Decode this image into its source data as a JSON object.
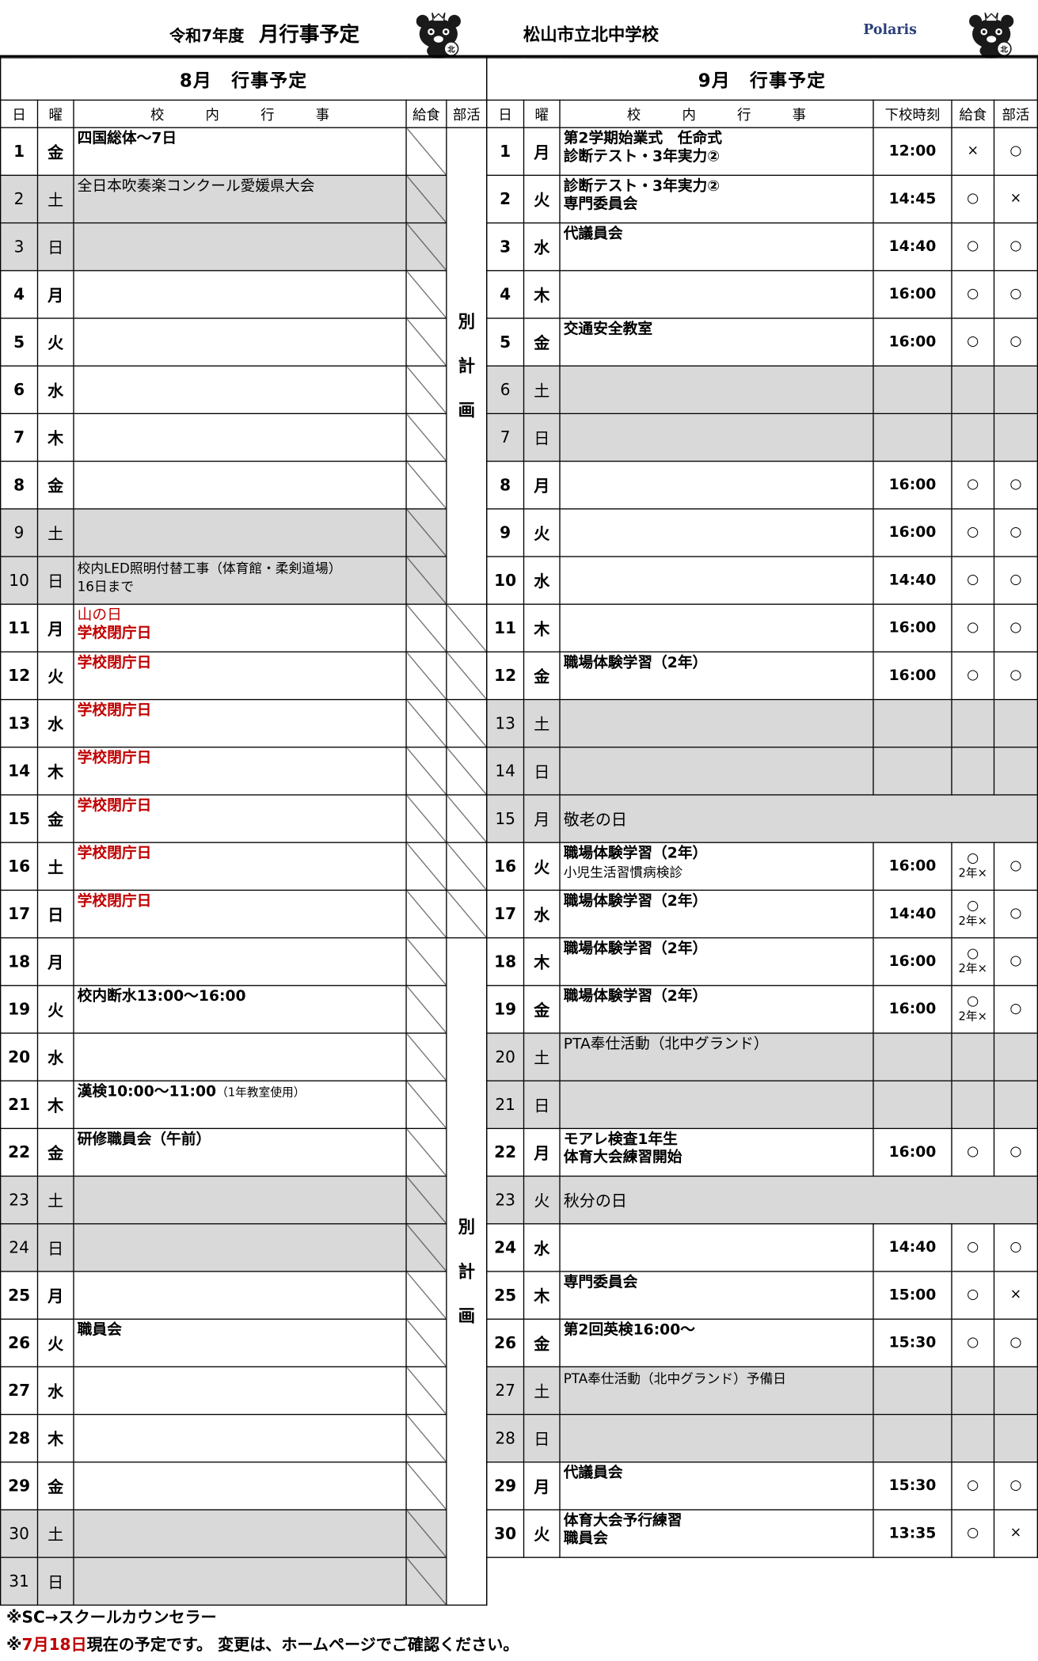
{
  "header": {
    "fiscal_year": "令和7年度",
    "title": "月行事予定",
    "school": "松山市立北中学校",
    "brand": "Polaris"
  },
  "august": {
    "title": "8月　行事予定",
    "columns": [
      "日",
      "曜",
      "校　　　内　　　行　　　事",
      "給食",
      "部活"
    ],
    "club_note": "別\n計\n画",
    "rows": [
      {
        "day": "1",
        "wd": "金",
        "holiday": false,
        "lines": [
          {
            "text": "四国総体～7日",
            "style": "b"
          }
        ]
      },
      {
        "day": "2",
        "wd": "土",
        "holiday": true,
        "lines": [
          {
            "text": "全日本吹奏楽コンクール愛媛県大会",
            "style": "n"
          }
        ]
      },
      {
        "day": "3",
        "wd": "日",
        "holiday": true,
        "lines": []
      },
      {
        "day": "4",
        "wd": "月",
        "holiday": false,
        "lines": []
      },
      {
        "day": "5",
        "wd": "火",
        "holiday": false,
        "lines": []
      },
      {
        "day": "6",
        "wd": "水",
        "holiday": false,
        "lines": []
      },
      {
        "day": "7",
        "wd": "木",
        "holiday": false,
        "lines": []
      },
      {
        "day": "8",
        "wd": "金",
        "holiday": false,
        "lines": []
      },
      {
        "day": "9",
        "wd": "土",
        "holiday": true,
        "lines": []
      },
      {
        "day": "10",
        "wd": "日",
        "holiday": true,
        "lines": [
          {
            "text": "校内LED照明付替工事（体育館・柔剣道場）",
            "style": "sm"
          },
          {
            "text": "16日まで",
            "style": "sm"
          }
        ]
      },
      {
        "day": "11",
        "wd": "月",
        "holiday": false,
        "lines": [
          {
            "text": "山の日",
            "style": "n red"
          },
          {
            "text": "学校閉庁日",
            "style": "b red"
          }
        ]
      },
      {
        "day": "12",
        "wd": "火",
        "holiday": false,
        "lines": [
          {
            "text": "学校閉庁日",
            "style": "b red"
          }
        ]
      },
      {
        "day": "13",
        "wd": "水",
        "holiday": false,
        "lines": [
          {
            "text": "学校閉庁日",
            "style": "b red"
          }
        ]
      },
      {
        "day": "14",
        "wd": "木",
        "holiday": false,
        "lines": [
          {
            "text": "学校閉庁日",
            "style": "b red"
          }
        ]
      },
      {
        "day": "15",
        "wd": "金",
        "holiday": false,
        "lines": [
          {
            "text": "学校閉庁日",
            "style": "b red"
          }
        ]
      },
      {
        "day": "16",
        "wd": "土",
        "holiday": false,
        "lines": [
          {
            "text": "学校閉庁日",
            "style": "b red"
          }
        ]
      },
      {
        "day": "17",
        "wd": "日",
        "holiday": false,
        "lines": [
          {
            "text": "学校閉庁日",
            "style": "b red"
          }
        ]
      },
      {
        "day": "18",
        "wd": "月",
        "holiday": false,
        "lines": []
      },
      {
        "day": "19",
        "wd": "火",
        "holiday": false,
        "lines": [
          {
            "text": "校内断水13:00～16:00",
            "style": "b"
          }
        ]
      },
      {
        "day": "20",
        "wd": "水",
        "holiday": false,
        "lines": []
      },
      {
        "day": "21",
        "wd": "木",
        "holiday": false,
        "lines": [
          {
            "text": "漢検10:00～11:00",
            "style": "b",
            "suffix": "（1年教室使用）"
          }
        ]
      },
      {
        "day": "22",
        "wd": "金",
        "holiday": false,
        "lines": [
          {
            "text": "研修職員会（午前）",
            "style": "b"
          }
        ]
      },
      {
        "day": "23",
        "wd": "土",
        "holiday": true,
        "lines": []
      },
      {
        "day": "24",
        "wd": "日",
        "holiday": true,
        "lines": []
      },
      {
        "day": "25",
        "wd": "月",
        "holiday": false,
        "lines": []
      },
      {
        "day": "26",
        "wd": "火",
        "holiday": false,
        "lines": [
          {
            "text": "職員会",
            "style": "b"
          }
        ]
      },
      {
        "day": "27",
        "wd": "水",
        "holiday": false,
        "lines": []
      },
      {
        "day": "28",
        "wd": "木",
        "holiday": false,
        "lines": []
      },
      {
        "day": "29",
        "wd": "金",
        "holiday": false,
        "lines": []
      },
      {
        "day": "30",
        "wd": "土",
        "holiday": true,
        "lines": []
      },
      {
        "day": "31",
        "wd": "日",
        "holiday": true,
        "lines": []
      }
    ]
  },
  "september": {
    "title": "9月　行事予定",
    "columns": [
      "日",
      "曜",
      "校　　　内　　　行　　　事",
      "下校時刻",
      "給食",
      "部活"
    ],
    "rows": [
      {
        "day": "1",
        "wd": "月",
        "holiday": false,
        "lines": [
          {
            "text": "第2学期始業式　任命式",
            "style": "b"
          },
          {
            "text": "診断テスト・3年実力②",
            "style": "b"
          }
        ],
        "time": "12:00",
        "lunch": "×",
        "club": "○"
      },
      {
        "day": "2",
        "wd": "火",
        "holiday": false,
        "lines": [
          {
            "text": "診断テスト・3年実力②",
            "style": "b"
          },
          {
            "text": "専門委員会",
            "style": "b"
          }
        ],
        "time": "14:45",
        "lunch": "○",
        "club": "×"
      },
      {
        "day": "3",
        "wd": "水",
        "holiday": false,
        "lines": [
          {
            "text": "代議員会",
            "style": "b"
          }
        ],
        "time": "14:40",
        "lunch": "○",
        "club": "○"
      },
      {
        "day": "4",
        "wd": "木",
        "holiday": false,
        "lines": [],
        "time": "16:00",
        "lunch": "○",
        "club": "○"
      },
      {
        "day": "5",
        "wd": "金",
        "holiday": false,
        "lines": [
          {
            "text": "交通安全教室",
            "style": "b"
          }
        ],
        "time": "16:00",
        "lunch": "○",
        "club": "○"
      },
      {
        "day": "6",
        "wd": "土",
        "holiday": true,
        "lines": [],
        "time": "",
        "lunch": "",
        "club": ""
      },
      {
        "day": "7",
        "wd": "日",
        "holiday": true,
        "lines": [],
        "time": "",
        "lunch": "",
        "club": ""
      },
      {
        "day": "8",
        "wd": "月",
        "holiday": false,
        "lines": [],
        "time": "16:00",
        "lunch": "○",
        "club": "○"
      },
      {
        "day": "9",
        "wd": "火",
        "holiday": false,
        "lines": [],
        "time": "16:00",
        "lunch": "○",
        "club": "○"
      },
      {
        "day": "10",
        "wd": "水",
        "holiday": false,
        "lines": [],
        "time": "14:40",
        "lunch": "○",
        "club": "○"
      },
      {
        "day": "11",
        "wd": "木",
        "holiday": false,
        "lines": [],
        "time": "16:00",
        "lunch": "○",
        "club": "○"
      },
      {
        "day": "12",
        "wd": "金",
        "holiday": false,
        "lines": [
          {
            "text": "職場体験学習（2年）",
            "style": "b"
          }
        ],
        "time": "16:00",
        "lunch": "○",
        "club": "○"
      },
      {
        "day": "13",
        "wd": "土",
        "holiday": true,
        "lines": [],
        "time": "",
        "lunch": "",
        "club": ""
      },
      {
        "day": "14",
        "wd": "日",
        "holiday": true,
        "lines": [],
        "time": "",
        "lunch": "",
        "club": ""
      },
      {
        "day": "15",
        "wd": "月",
        "holiday": true,
        "holiday_label": "敬老の日",
        "lines": [],
        "time": "",
        "lunch": "",
        "club": ""
      },
      {
        "day": "16",
        "wd": "火",
        "holiday": false,
        "lines": [
          {
            "text": "職場体験学習（2年）",
            "style": "b"
          },
          {
            "text": "小児生活習慣病検診",
            "style": "sm"
          }
        ],
        "time": "16:00",
        "lunch": "○",
        "lunch_sub": "2年×",
        "club": "○"
      },
      {
        "day": "17",
        "wd": "水",
        "holiday": false,
        "lines": [
          {
            "text": "職場体験学習（2年）",
            "style": "b"
          }
        ],
        "time": "14:40",
        "lunch": "○",
        "lunch_sub": "2年×",
        "club": "○"
      },
      {
        "day": "18",
        "wd": "木",
        "holiday": false,
        "lines": [
          {
            "text": "職場体験学習（2年）",
            "style": "b"
          }
        ],
        "time": "16:00",
        "lunch": "○",
        "lunch_sub": "2年×",
        "club": "○"
      },
      {
        "day": "19",
        "wd": "金",
        "holiday": false,
        "lines": [
          {
            "text": "職場体験学習（2年）",
            "style": "b"
          }
        ],
        "time": "16:00",
        "lunch": "○",
        "lunch_sub": "2年×",
        "club": "○"
      },
      {
        "day": "20",
        "wd": "土",
        "holiday": true,
        "lines": [
          {
            "text": "PTA奉仕活動（北中グランド）",
            "style": "n"
          }
        ],
        "time": "",
        "lunch": "",
        "club": ""
      },
      {
        "day": "21",
        "wd": "日",
        "holiday": true,
        "lines": [],
        "time": "",
        "lunch": "",
        "club": ""
      },
      {
        "day": "22",
        "wd": "月",
        "holiday": false,
        "lines": [
          {
            "text": "モアレ検査1年生",
            "style": "b"
          },
          {
            "text": "体育大会練習開始",
            "style": "b"
          }
        ],
        "time": "16:00",
        "lunch": "○",
        "club": "○"
      },
      {
        "day": "23",
        "wd": "火",
        "holiday": true,
        "holiday_label": "秋分の日",
        "lines": [],
        "time": "",
        "lunch": "",
        "club": ""
      },
      {
        "day": "24",
        "wd": "水",
        "holiday": false,
        "lines": [],
        "time": "14:40",
        "lunch": "○",
        "club": "○"
      },
      {
        "day": "25",
        "wd": "木",
        "holiday": false,
        "lines": [
          {
            "text": "専門委員会",
            "style": "b"
          }
        ],
        "time": "15:00",
        "lunch": "○",
        "club": "×"
      },
      {
        "day": "26",
        "wd": "金",
        "holiday": false,
        "lines": [
          {
            "text": "第2回英検16:00～",
            "style": "b"
          }
        ],
        "time": "15:30",
        "lunch": "○",
        "club": "○"
      },
      {
        "day": "27",
        "wd": "土",
        "holiday": true,
        "lines": [
          {
            "text": "PTA奉仕活動（北中グランド）予備日",
            "style": "sm"
          }
        ],
        "time": "",
        "lunch": "",
        "club": ""
      },
      {
        "day": "28",
        "wd": "日",
        "holiday": true,
        "lines": [],
        "time": "",
        "lunch": "",
        "club": ""
      },
      {
        "day": "29",
        "wd": "月",
        "holiday": false,
        "lines": [
          {
            "text": "代議員会",
            "style": "b"
          }
        ],
        "time": "15:30",
        "lunch": "○",
        "club": "○"
      },
      {
        "day": "30",
        "wd": "火",
        "holiday": false,
        "lines": [
          {
            "text": "体育大会予行練習",
            "style": "b"
          },
          {
            "text": "職員会",
            "style": "b"
          }
        ],
        "time": "13:35",
        "lunch": "○",
        "club": "×"
      }
    ]
  },
  "notes": {
    "line1": "※SC→スクールカウンセラー",
    "line2_prefix": "※",
    "line2_date": "7月18日",
    "line2_text": "現在の予定です。 変更は、ホームページでご確認ください。"
  },
  "colors": {
    "holiday_gray": "#d9d9d9",
    "closure_red": "#c00000",
    "brand_navy": "#2a3f7a"
  },
  "icons": [
    "bear-mascot-icon"
  ]
}
